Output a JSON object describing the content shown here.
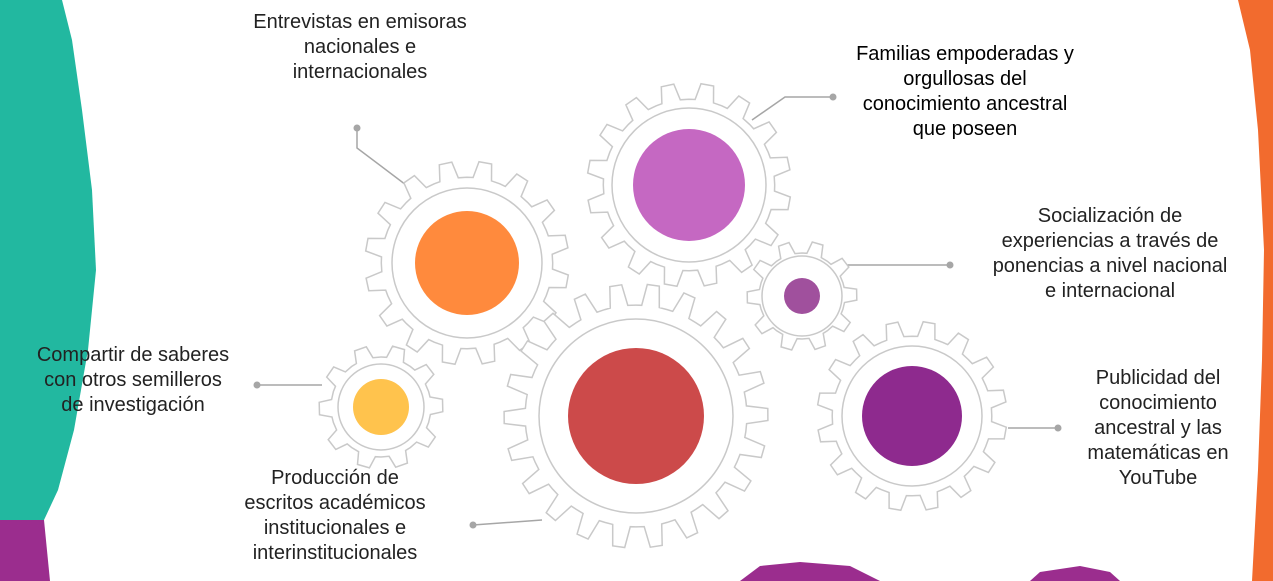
{
  "colors": {
    "teal": "#22B8A0",
    "magenta": "#9B2D8E",
    "orange_accent": "#F26B2E",
    "gear_outline": "#C9C9C9",
    "connector": "#A6A6A6"
  },
  "gears": [
    {
      "name": "gear-orange",
      "color": "#FF8A3D"
    },
    {
      "name": "gear-pink",
      "color": "#C568C2"
    },
    {
      "name": "gear-small-violet",
      "color": "#A0509D"
    },
    {
      "name": "gear-yellow",
      "color": "#FFC34D"
    },
    {
      "name": "gear-red",
      "color": "#CC4A4A"
    },
    {
      "name": "gear-purple",
      "color": "#8E2A8E"
    }
  ],
  "labels": {
    "entrevistas": "Entrevistas en emisoras\nnacionales e\ninternacionales",
    "familias": "Familias empoderadas y\norgullosas del\nconocimiento ancestral\nque poseen",
    "socializacion": "Socialización de\nexperiencias a través de\nponencias  a nivel nacional\ne internacional",
    "compartir": "Compartir de saberes\ncon otros semilleros\nde investigación",
    "publicidad": "Publicidad del\nconocimiento\nancestral y las\nmatemáticas en\nYouTube",
    "produccion": "Producción de\nescritos académicos\ninstitucionales e\ninterinstitucionales"
  }
}
